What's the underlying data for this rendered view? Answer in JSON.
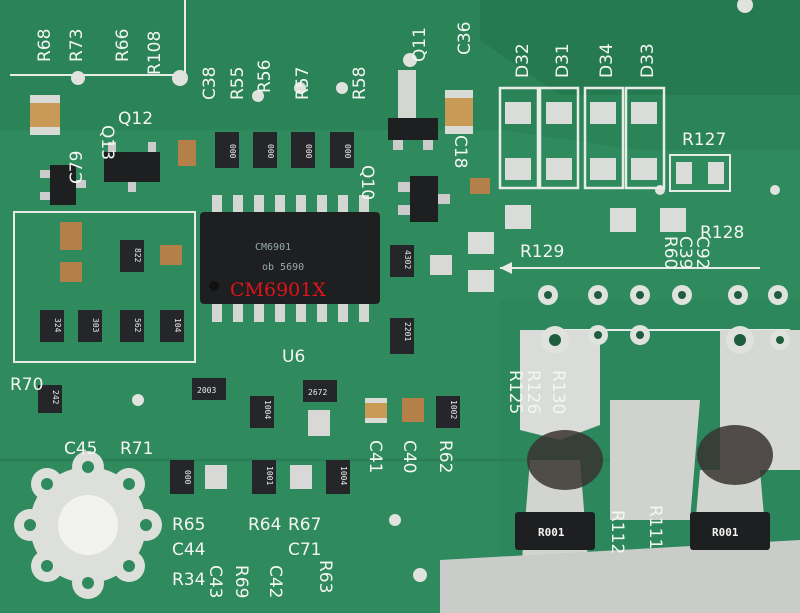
{
  "labels": {
    "r68": "R68",
    "r73": "R73",
    "r66": "R66",
    "r108": "R108",
    "c79": "C79",
    "q13": "Q13",
    "q12": "Q12",
    "c38": "C38",
    "r55": "R55",
    "r56": "R56",
    "r57": "R57",
    "r58": "R58",
    "q11": "Q11",
    "c36": "C36",
    "q10": "Q10",
    "c18": "C18",
    "d32": "D32",
    "d31": "D31",
    "d34": "D34",
    "d33": "D33",
    "r127": "R127",
    "r128": "R128",
    "r129": "R129",
    "r60": "R60",
    "c39": "C39",
    "c92": "C92",
    "u6": "U6",
    "r70": "R70",
    "c45": "C45",
    "r71": "R71",
    "c41": "C41",
    "c40": "C40",
    "r62": "R62",
    "r125": "R125",
    "r126": "R126",
    "r130": "R130",
    "r65": "R65",
    "r64": "R64",
    "r67": "R67",
    "c44": "C44",
    "c71": "C71",
    "r34": "R34",
    "c43": "C43",
    "r69": "R69",
    "c42": "C42",
    "r63": "R63",
    "r112": "R112",
    "r111": "R111"
  },
  "chip": {
    "marking_line1": "CM6901",
    "marking_line2": "ob 5690",
    "overlay_label": "CM6901X"
  },
  "resistor_codes": {
    "r55": "000",
    "r56": "000",
    "r57": "000",
    "r58": "000",
    "r_822": "822",
    "r_324": "324",
    "r_303": "303",
    "r_562": "562",
    "r_104": "104",
    "r_4302": "4302",
    "r_2201": "2201",
    "r_242": "242",
    "r_2003": "2003",
    "r_1004": "1004",
    "r_2672": "2672",
    "r_1002": "1002",
    "r_000b": "000",
    "r_1001": "1001",
    "r_1004b": "1004",
    "shunt_left": "R001",
    "shunt_right": "R001"
  }
}
